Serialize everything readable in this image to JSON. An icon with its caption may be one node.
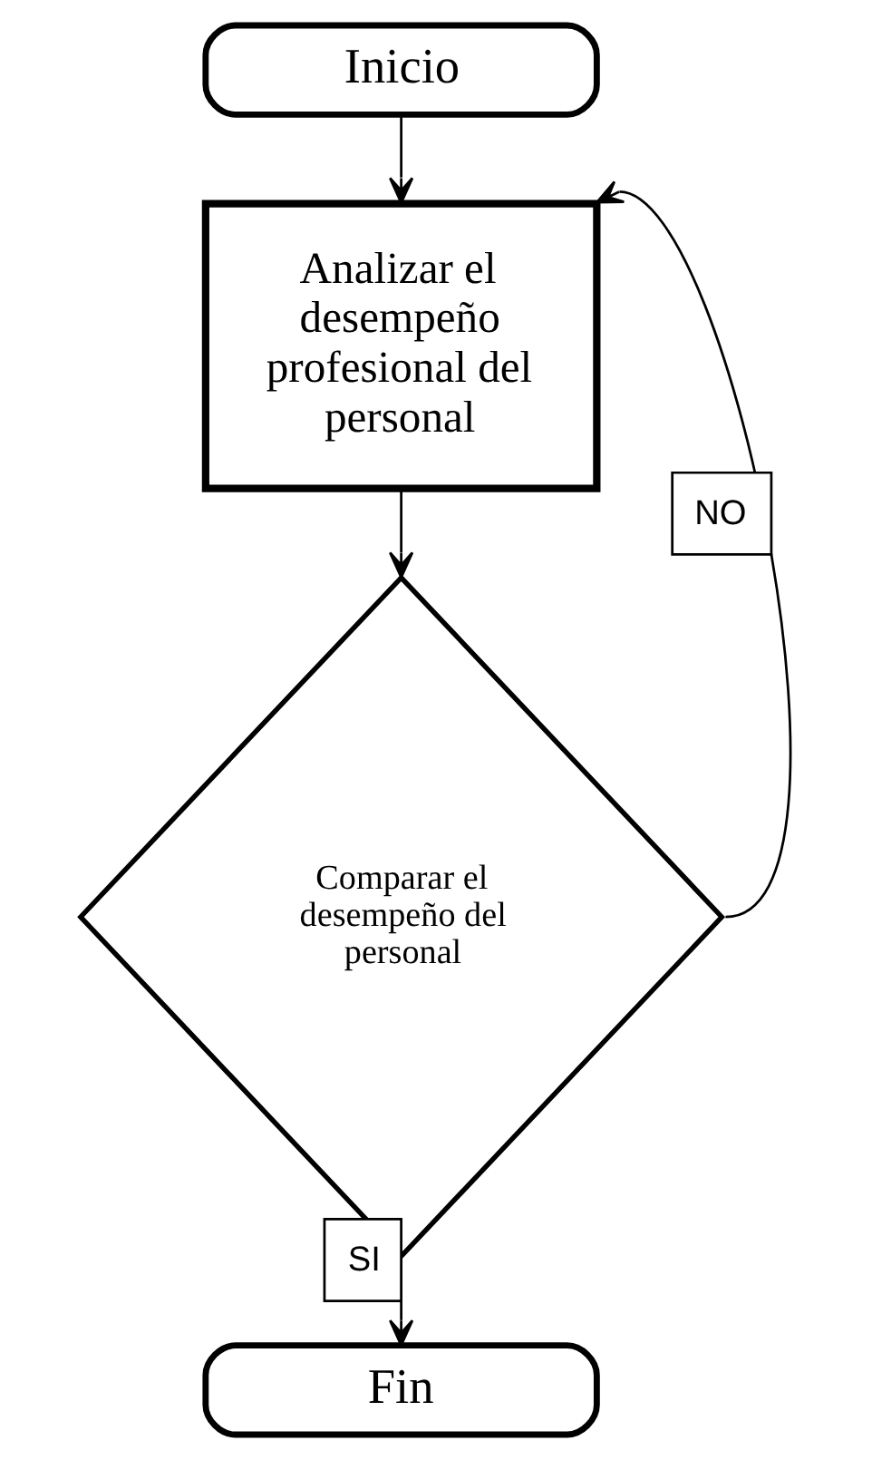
{
  "diagram": {
    "nodes": [
      {
        "text": [
          "Inicio"
        ]
      },
      {
        "text": [
          "Analizar el desempeño profesional del personal"
        ]
      },
      {
        "text": [
          "Comparar el desempeño del personal"
        ]
      },
      {
        "text": [
          "Fin"
        ]
      }
    ],
    "edges": [
      {
        "from": 0,
        "to": 1,
        "arrow": "to"
      },
      {
        "from": 1,
        "to": 2,
        "arrow": "to"
      },
      {
        "from": 2,
        "to": 3,
        "label": "SI",
        "arrow": "to"
      },
      {
        "from": 2,
        "to": 1,
        "label": "NO",
        "arrow": "to"
      }
    ]
  }
}
